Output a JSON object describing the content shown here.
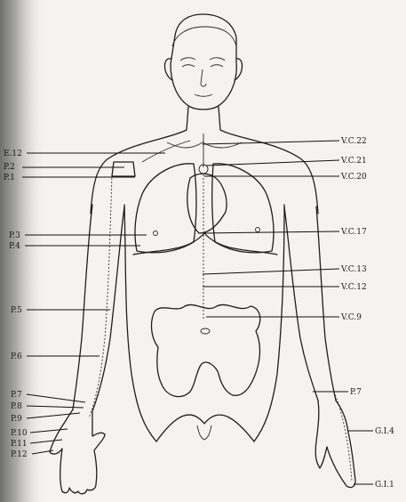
{
  "labels_left": [
    {
      "id": "e12",
      "text": "E.12"
    },
    {
      "id": "p2",
      "text": "P.2"
    },
    {
      "id": "p1",
      "text": "P.1"
    },
    {
      "id": "p3",
      "text": "P.3"
    },
    {
      "id": "p4",
      "text": "P.4"
    },
    {
      "id": "p5",
      "text": "P.5"
    },
    {
      "id": "p6",
      "text": "P.6"
    },
    {
      "id": "p7",
      "text": "P.7"
    },
    {
      "id": "p8",
      "text": "P.8"
    },
    {
      "id": "p9",
      "text": "P.9"
    },
    {
      "id": "p10",
      "text": "P.10"
    },
    {
      "id": "p11",
      "text": "P.11"
    },
    {
      "id": "p12",
      "text": "P.12"
    }
  ],
  "labels_right": [
    {
      "id": "vc22",
      "text": "V.C.22"
    },
    {
      "id": "vc21",
      "text": "V.C.21"
    },
    {
      "id": "vc20",
      "text": "V.C.20"
    },
    {
      "id": "vc17",
      "text": "V.C.17"
    },
    {
      "id": "vc13",
      "text": "V.C.13"
    },
    {
      "id": "vc12",
      "text": "V.C.12"
    },
    {
      "id": "vc9",
      "text": "V.C.9"
    },
    {
      "id": "rp7",
      "text": "P.7"
    },
    {
      "id": "gi4",
      "text": "G.I.4"
    },
    {
      "id": "gi1",
      "text": "G.I.1"
    }
  ]
}
